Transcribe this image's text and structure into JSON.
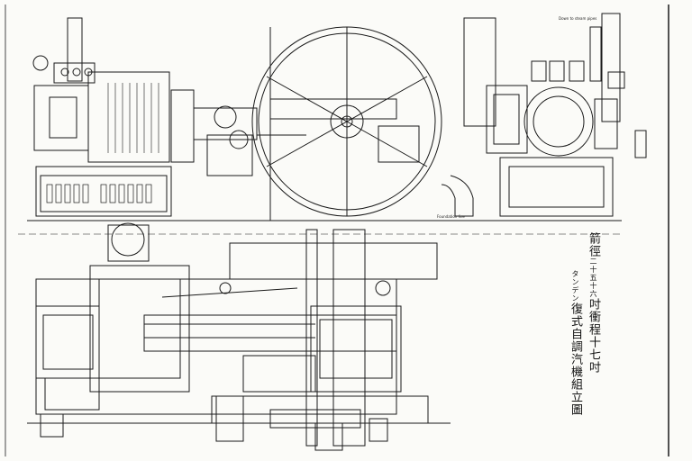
{
  "title": {
    "line1_prefix": "箭徑",
    "line1_small": "二十五",
    "line1_small2": "十六",
    "line1_mid": "吋",
    "line1_suffix": "衝程十七吋",
    "line2_small": "タンデン",
    "line2_main": "復式自調汽機組立圖"
  },
  "dimension_notes": {
    "top_right": "Down to steam pipes",
    "bottom_mid": "Foundation line"
  },
  "colors": {
    "ink": "#1a1a1a",
    "paper": "#fbfbf8"
  }
}
